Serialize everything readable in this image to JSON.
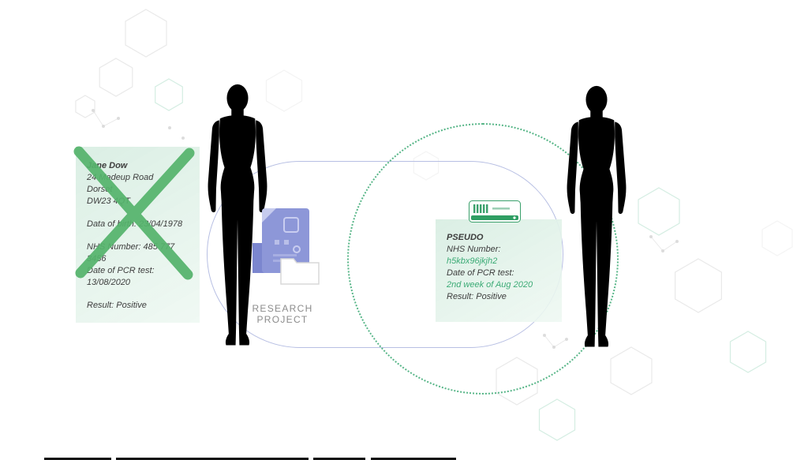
{
  "illustration": {
    "research_label": "RESEARCH PROJECT"
  },
  "original_card": {
    "name": "Jane Dow",
    "address1": "24 Madeup Road",
    "address2": "Dorset",
    "postcode": "DW23 4QT",
    "dob": "Data of birth: 23/04/1978",
    "nhs": "NHS Number:  485 777 3456",
    "pcr": "Date of PCR test: 13/08/2020",
    "result": "Result: Positive"
  },
  "pseudo_card": {
    "title": "PSEUDO",
    "nhs_label": "NHS Number: ",
    "nhs_value": "h5kbx96jkjh2",
    "pcr_label": "Date of PCR test: ",
    "pcr_value": "2nd week of Aug 2020",
    "result": "Result: Positive"
  },
  "icons": {
    "cross": "cross-icon",
    "document": "research-document-icon",
    "folder": "folder-icon",
    "server": "pseudonymisation-device-icon",
    "person": "person-silhouette"
  },
  "colors": {
    "accent_green": "#3cab76",
    "cross_green": "#55b36c",
    "card_green_bg": "#e3f2ea",
    "silhouette_gray": "#bfbfbf",
    "capsule_border": "#b7bfe3",
    "dotted_circle_green": "#46ae7c",
    "document_purple": "#8d97d8"
  }
}
